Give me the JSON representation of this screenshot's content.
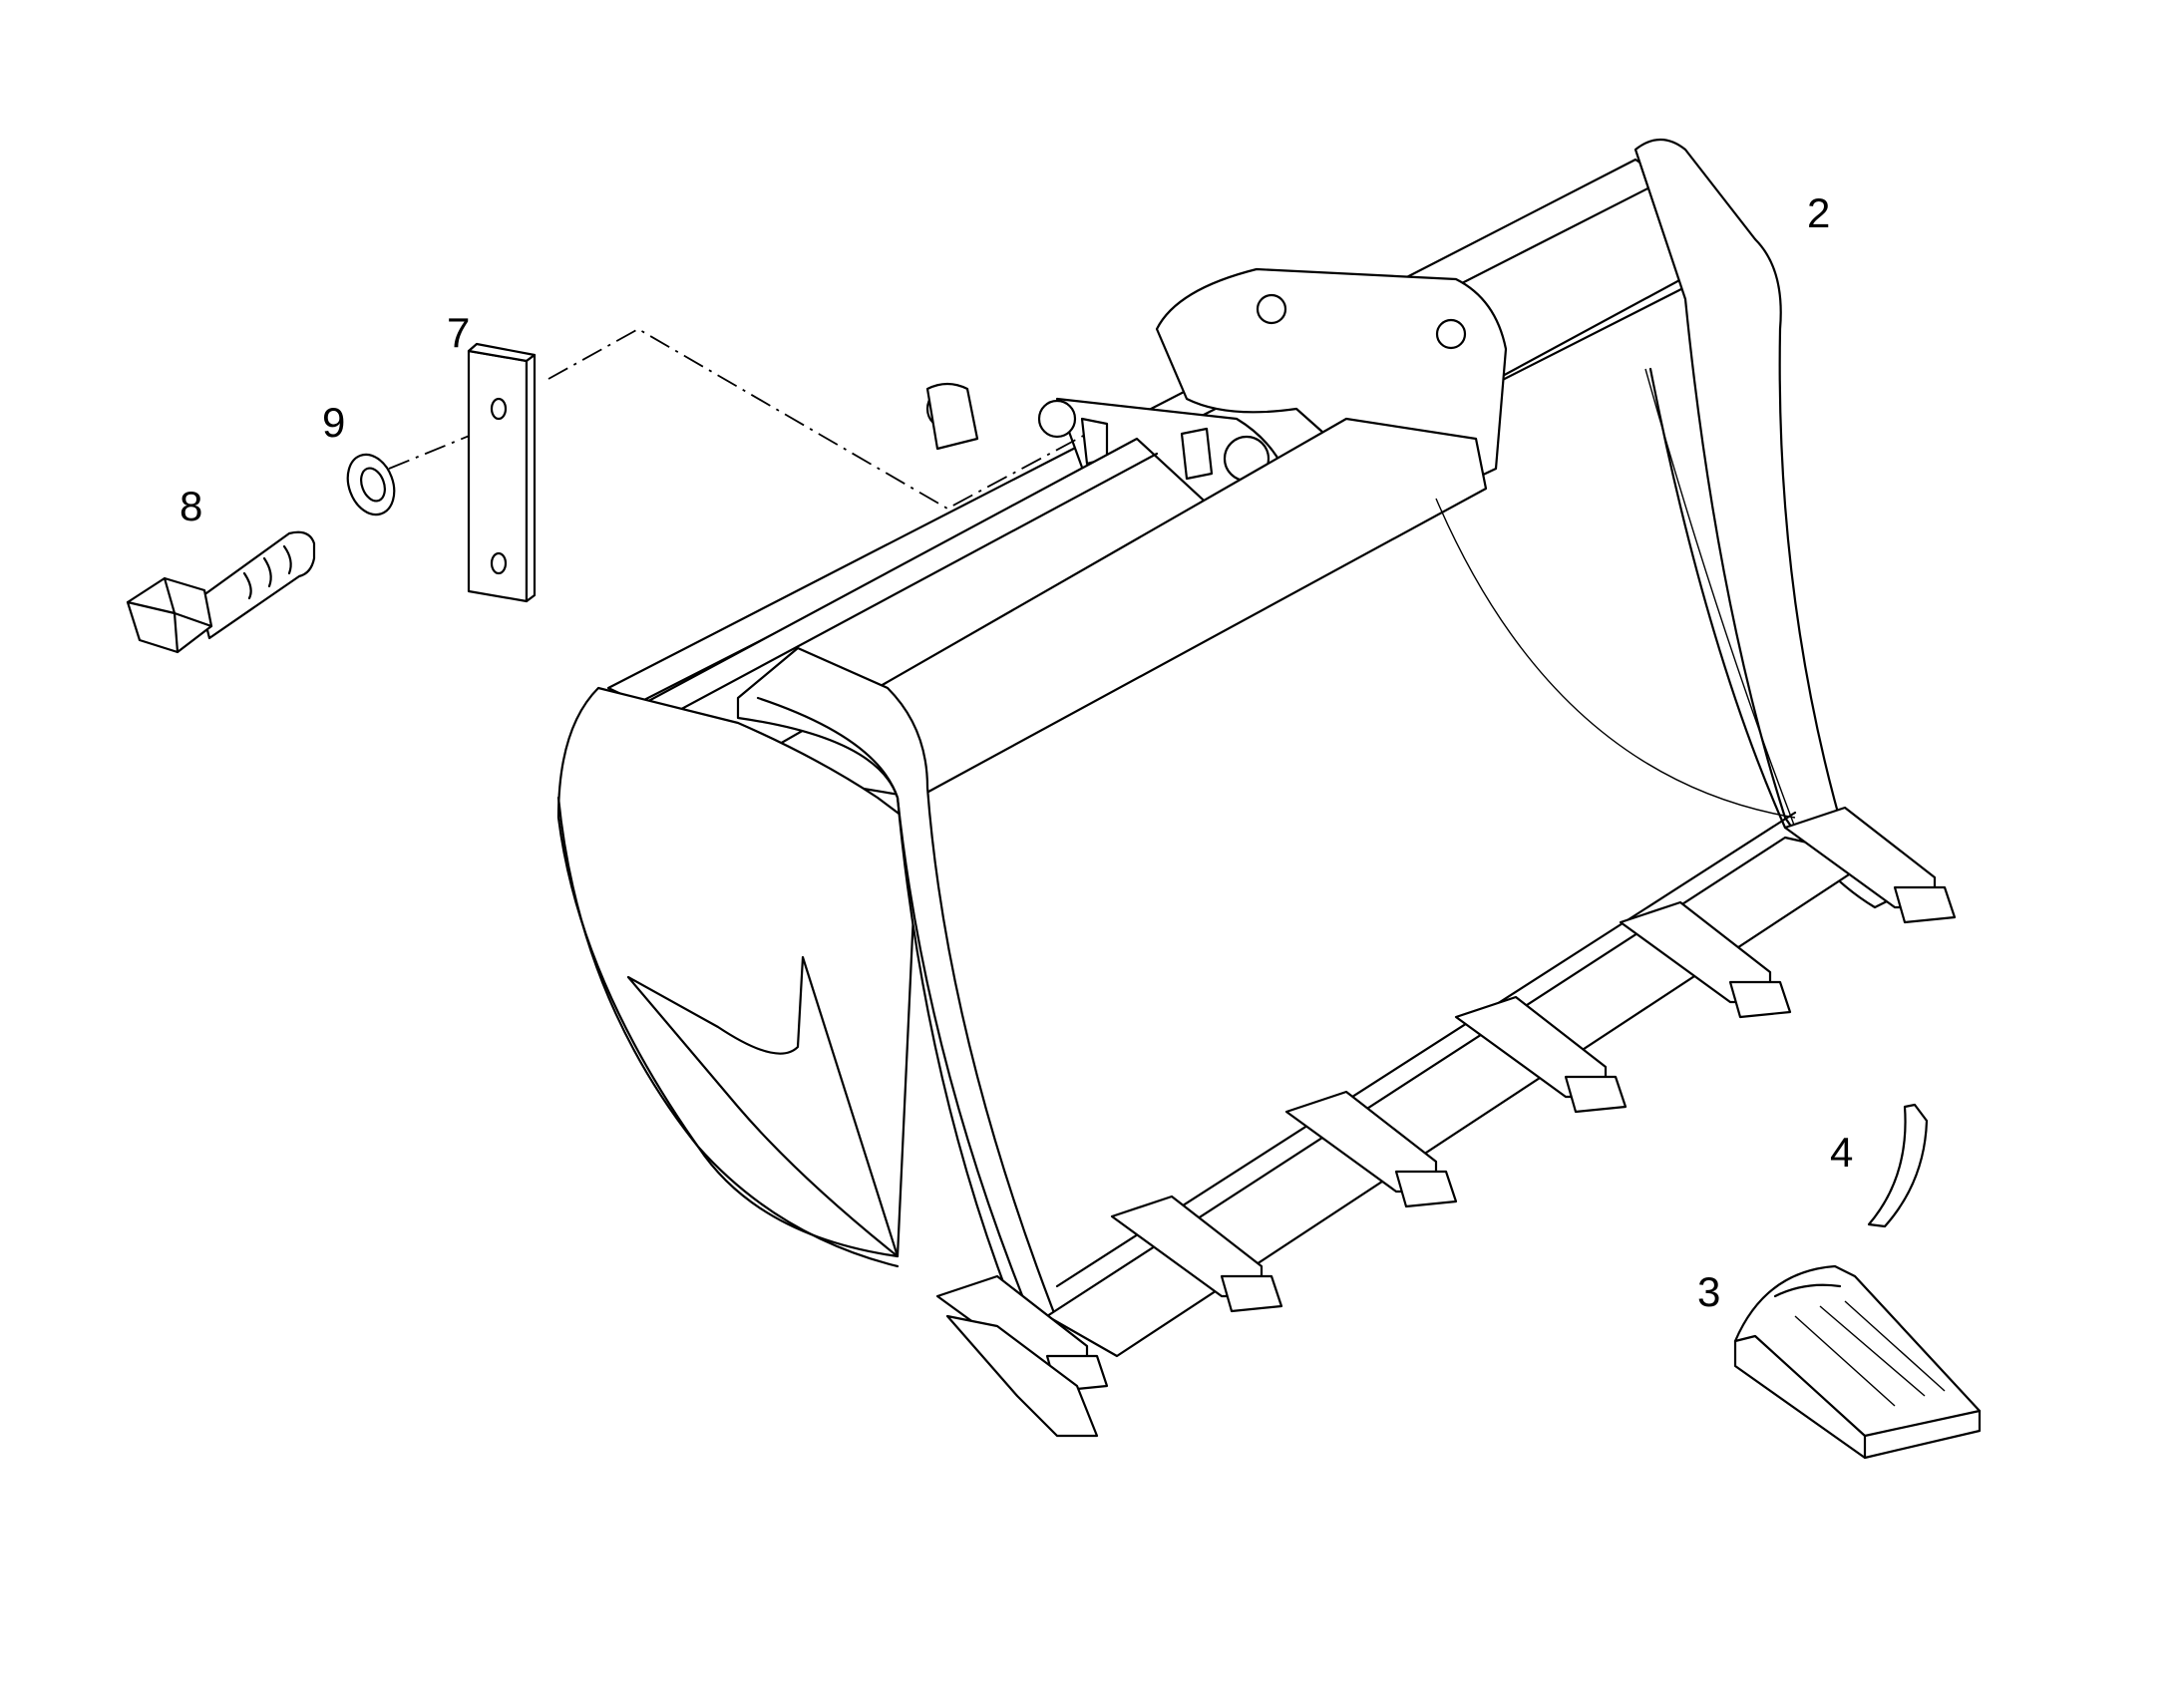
{
  "callouts": [
    {
      "id": "2",
      "label": "2",
      "part": "bucket"
    },
    {
      "id": "3",
      "label": "3",
      "part": "tooth-tip"
    },
    {
      "id": "4",
      "label": "4",
      "part": "retainer"
    },
    {
      "id": "7",
      "label": "7",
      "part": "plate"
    },
    {
      "id": "8",
      "label": "8",
      "part": "bolt"
    },
    {
      "id": "9",
      "label": "9",
      "part": "washer"
    }
  ]
}
